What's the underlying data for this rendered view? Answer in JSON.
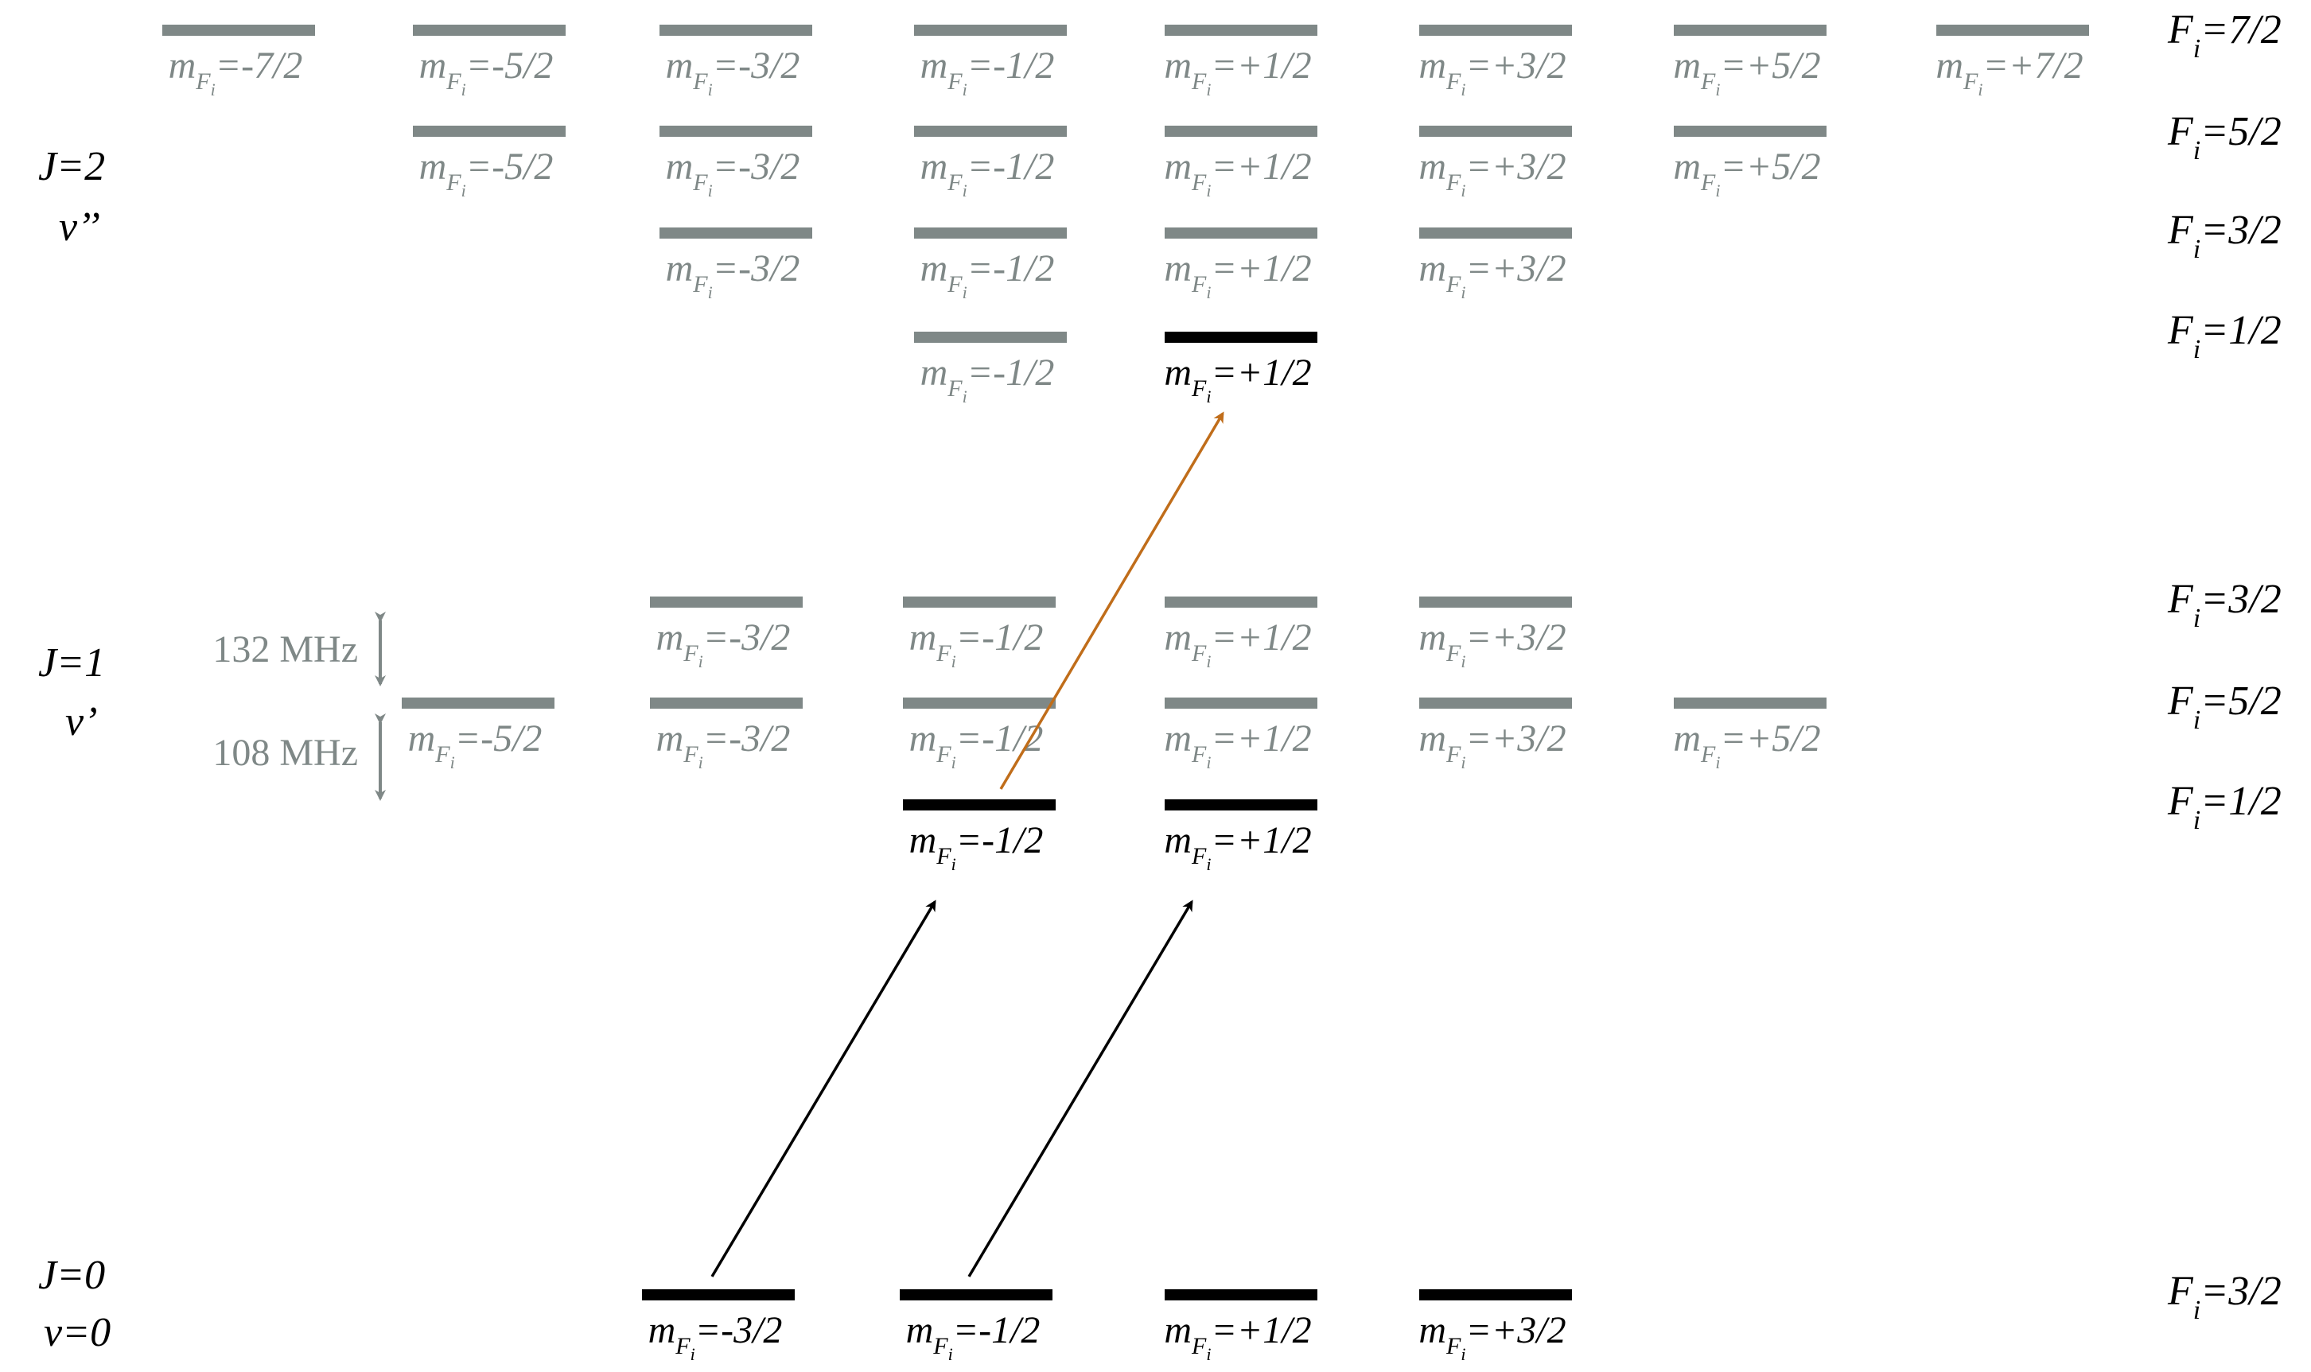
{
  "colors": {
    "inactive": "#7f8887",
    "active": "#000000",
    "excitation": "#000000",
    "second_step": "#c06d1a"
  },
  "rows": {
    "J2": {
      "J": "J=2",
      "v": "v’’",
      "manifolds": [
        {
          "F_label": "F",
          "F_sub": "i",
          "F_value": "=7/2",
          "levels": [
            {
              "m": "=-7/2",
              "active": false
            },
            {
              "m": "=-5/2",
              "active": false
            },
            {
              "m": "=-3/2",
              "active": false
            },
            {
              "m": "=-1/2",
              "active": false
            },
            {
              "m": "=+1/2",
              "active": false
            },
            {
              "m": "=+3/2",
              "active": false
            },
            {
              "m": "=+5/2",
              "active": false
            },
            {
              "m": "=+7/2",
              "active": false
            }
          ]
        },
        {
          "F_label": "F",
          "F_sub": "i",
          "F_value": "=5/2",
          "levels": [
            {
              "m": "=-5/2",
              "active": false
            },
            {
              "m": "=-3/2",
              "active": false
            },
            {
              "m": "=-1/2",
              "active": false
            },
            {
              "m": "=+1/2",
              "active": false
            },
            {
              "m": "=+3/2",
              "active": false
            },
            {
              "m": "=+5/2",
              "active": false
            }
          ]
        },
        {
          "F_label": "F",
          "F_sub": "i",
          "F_value": "=3/2",
          "levels": [
            {
              "m": "=-3/2",
              "active": false
            },
            {
              "m": "=-1/2",
              "active": false
            },
            {
              "m": "=+1/2",
              "active": false
            },
            {
              "m": "=+3/2",
              "active": false
            }
          ]
        },
        {
          "F_label": "F",
          "F_sub": "i",
          "F_value": "=1/2",
          "levels": [
            {
              "m": "=-1/2",
              "active": false
            },
            {
              "m": "=+1/2",
              "active": true
            }
          ]
        }
      ]
    },
    "J1": {
      "J": "J=1",
      "v": "v’",
      "manifolds": [
        {
          "F_label": "F",
          "F_sub": "i",
          "F_value": "=3/2",
          "levels": [
            {
              "m": "=-3/2",
              "active": false
            },
            {
              "m": "=-1/2",
              "active": false
            },
            {
              "m": "=+1/2",
              "active": false
            },
            {
              "m": "=+3/2",
              "active": false
            }
          ]
        },
        {
          "F_label": "F",
          "F_sub": "i",
          "F_value": "=5/2",
          "levels": [
            {
              "m": "=-5/2",
              "active": false
            },
            {
              "m": "=-3/2",
              "active": false
            },
            {
              "m": "=-1/2",
              "active": false
            },
            {
              "m": "=+1/2",
              "active": false
            },
            {
              "m": "=+3/2",
              "active": false
            },
            {
              "m": "=+5/2",
              "active": false
            }
          ]
        },
        {
          "F_label": "F",
          "F_sub": "i",
          "F_value": "=1/2",
          "levels": [
            {
              "m": "=-1/2",
              "active": true
            },
            {
              "m": "=+1/2",
              "active": true
            }
          ]
        }
      ],
      "splittings": [
        "132 MHz",
        "108 MHz"
      ]
    },
    "J0": {
      "J": "J=0",
      "v": "v=0",
      "manifolds": [
        {
          "F_label": "F",
          "F_sub": "i",
          "F_value": "=3/2",
          "levels": [
            {
              "m": "=-3/2",
              "active": true
            },
            {
              "m": "=-1/2",
              "active": true
            },
            {
              "m": "=+1/2",
              "active": true
            },
            {
              "m": "=+3/2",
              "active": true
            }
          ]
        }
      ]
    }
  },
  "m_label": "m",
  "m_sub_F": "F",
  "m_sub_i": "i"
}
